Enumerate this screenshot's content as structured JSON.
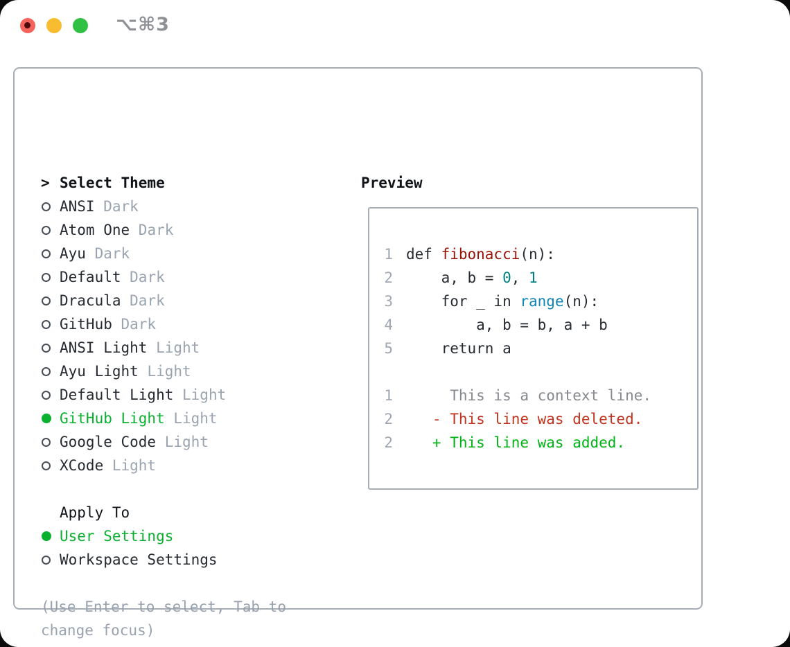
{
  "window": {
    "title": "⌥⌘3",
    "traffic_lights": [
      "close",
      "minimize",
      "zoom"
    ]
  },
  "theme_picker": {
    "header_prefix": ">",
    "header": "Select Theme",
    "items": [
      {
        "name": "ANSI",
        "variant": "Dark",
        "selected": false
      },
      {
        "name": "Atom One",
        "variant": "Dark",
        "selected": false
      },
      {
        "name": "Ayu",
        "variant": "Dark",
        "selected": false
      },
      {
        "name": "Default",
        "variant": "Dark",
        "selected": false
      },
      {
        "name": "Dracula",
        "variant": "Dark",
        "selected": false
      },
      {
        "name": "GitHub",
        "variant": "Dark",
        "selected": false
      },
      {
        "name": "ANSI Light",
        "variant": "Light",
        "selected": false
      },
      {
        "name": "Ayu Light",
        "variant": "Light",
        "selected": false
      },
      {
        "name": "Default Light",
        "variant": "Light",
        "selected": false
      },
      {
        "name": "GitHub Light",
        "variant": "Light",
        "selected": true
      },
      {
        "name": "Google Code",
        "variant": "Light",
        "selected": false
      },
      {
        "name": "XCode",
        "variant": "Light",
        "selected": false
      }
    ],
    "apply_to": {
      "header": "Apply To",
      "options": [
        {
          "label": "User Settings",
          "selected": true
        },
        {
          "label": "Workspace Settings",
          "selected": false
        }
      ]
    },
    "hint": "(Use Enter to select, Tab to change focus)"
  },
  "preview": {
    "title": "Preview",
    "code_lines": [
      {
        "num": "1",
        "segments": [
          [
            "def ",
            "text"
          ],
          [
            "fibonacci",
            "function"
          ],
          [
            "(n):",
            "text"
          ]
        ]
      },
      {
        "num": "2",
        "segments": [
          [
            "    a, b = ",
            "text"
          ],
          [
            "0",
            "number"
          ],
          [
            ", ",
            "text"
          ],
          [
            "1",
            "number"
          ]
        ]
      },
      {
        "num": "3",
        "segments": [
          [
            "    for _ in ",
            "text"
          ],
          [
            "range",
            "builtin"
          ],
          [
            "(n):",
            "text"
          ]
        ]
      },
      {
        "num": "4",
        "segments": [
          [
            "        a, b = b, a + b",
            "text"
          ]
        ]
      },
      {
        "num": "5",
        "segments": [
          [
            "    return a",
            "text"
          ]
        ]
      },
      {
        "num": "",
        "segments": []
      },
      {
        "num": "1",
        "segments": [
          [
            "     This is a context line.",
            "context"
          ]
        ]
      },
      {
        "num": "2",
        "segments": [
          [
            "   - This line was deleted.",
            "deleted"
          ]
        ]
      },
      {
        "num": "2",
        "segments": [
          [
            "   + This line was added.",
            "added"
          ]
        ]
      }
    ]
  },
  "colors": {
    "accent_green": "#0ab02f",
    "text": "#262b31",
    "muted": "#9aa4b0",
    "border": "#a6adb5",
    "line_number": "#9fa8b2",
    "syntax_function": "#9b1207",
    "syntax_number": "#008080",
    "syntax_builtin": "#0e86b7",
    "diff_context": "#85888d",
    "diff_deleted": "#c2331d",
    "diff_added": "#00b315",
    "traffic_red": "#f4645c",
    "traffic_yellow": "#f8bc30",
    "traffic_green": "#30c144"
  }
}
